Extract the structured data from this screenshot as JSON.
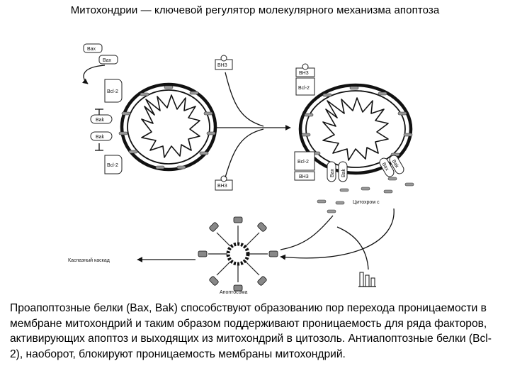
{
  "title": "Митохондрии — ключевой регулятор молекулярного механизма апоптоза",
  "diagram": {
    "labels": {
      "bax_top": "Bax",
      "bax_second": "Bax",
      "bcl2_left_top": "Bcl-2",
      "bak_left_1": "Bak",
      "bak_left_2": "Bak",
      "bcl2_left_bottom": "Bcl-2",
      "bh3_top_center": "BH3",
      "bh3_bottom_center": "BH3",
      "bh3_right_top": "BH3",
      "bcl2_right_top": "Bcl-2",
      "bcl2_right_bottom": "Bcl-2",
      "bh3_right_bottom": "BH3",
      "bax_pore_1": "Bax",
      "bak_pore_1": "Bak",
      "bax_pore_2": "Bax",
      "bak_pore_2": "Bak",
      "cytochrome": "Цитохром c",
      "caspase": "Каспазный каскад",
      "apoptosome": "Апоптосома"
    }
  },
  "caption": "Проапоптозные белки (Bax, Bak) способствуют образованию пор перехода проницаемости в мембране митохондрий и таким образом поддерживают проницаемость для ряда факторов, активирующих апоптоз и выходящих из митохондрий в цитозоль. Антиапоптозные белки (Bcl-2), наоборот, блокируют проницаемость мембраны митохондрий."
}
